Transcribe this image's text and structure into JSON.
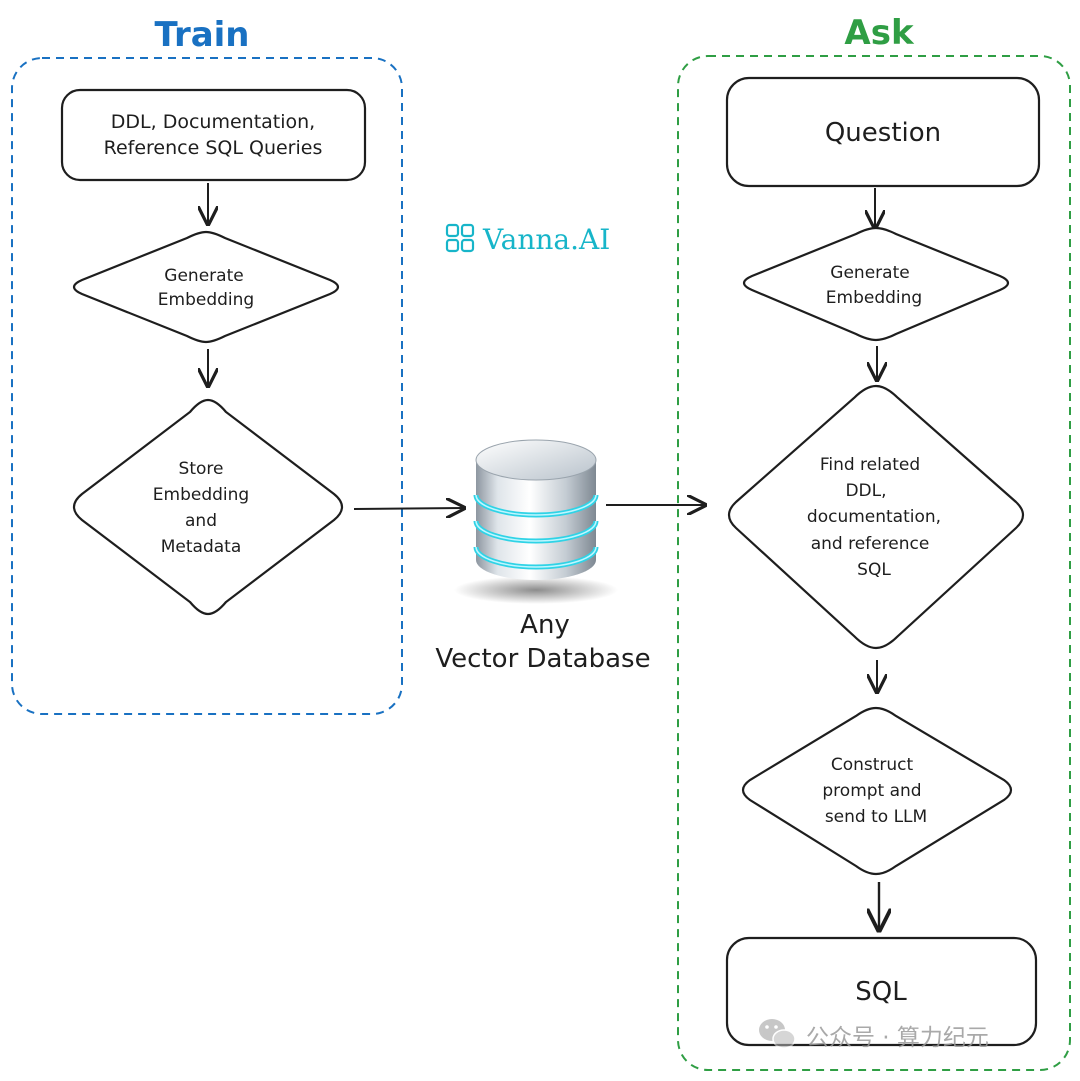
{
  "train": {
    "title": "Train",
    "color": "#1971c2",
    "box1": [
      "DDL, Documentation,",
      "Reference SQL Queries"
    ],
    "diamond1": [
      "Generate",
      "Embedding"
    ],
    "diamond2": [
      "Store",
      "Embedding",
      "and",
      "Metadata"
    ]
  },
  "ask": {
    "title": "Ask",
    "color": "#2f9e44",
    "question": "Question",
    "diamond1": [
      "Generate",
      "Embedding"
    ],
    "diamond2": [
      "Find related",
      "DDL,",
      "documentation,",
      "and reference",
      "SQL"
    ],
    "diamond3": [
      "Construct",
      "prompt and",
      "send to LLM"
    ],
    "sql": "SQL"
  },
  "brand": {
    "name": "Vanna.AI",
    "color": "#17b5c9",
    "icon": "grid-logo-icon"
  },
  "database": {
    "label": [
      "Any",
      "Vector Database"
    ],
    "icon": "database-cylinder-icon",
    "glow_color": "#2fd3e6"
  },
  "watermark": {
    "text": "公众号 · 算力纪元",
    "icon": "wechat-icon"
  }
}
